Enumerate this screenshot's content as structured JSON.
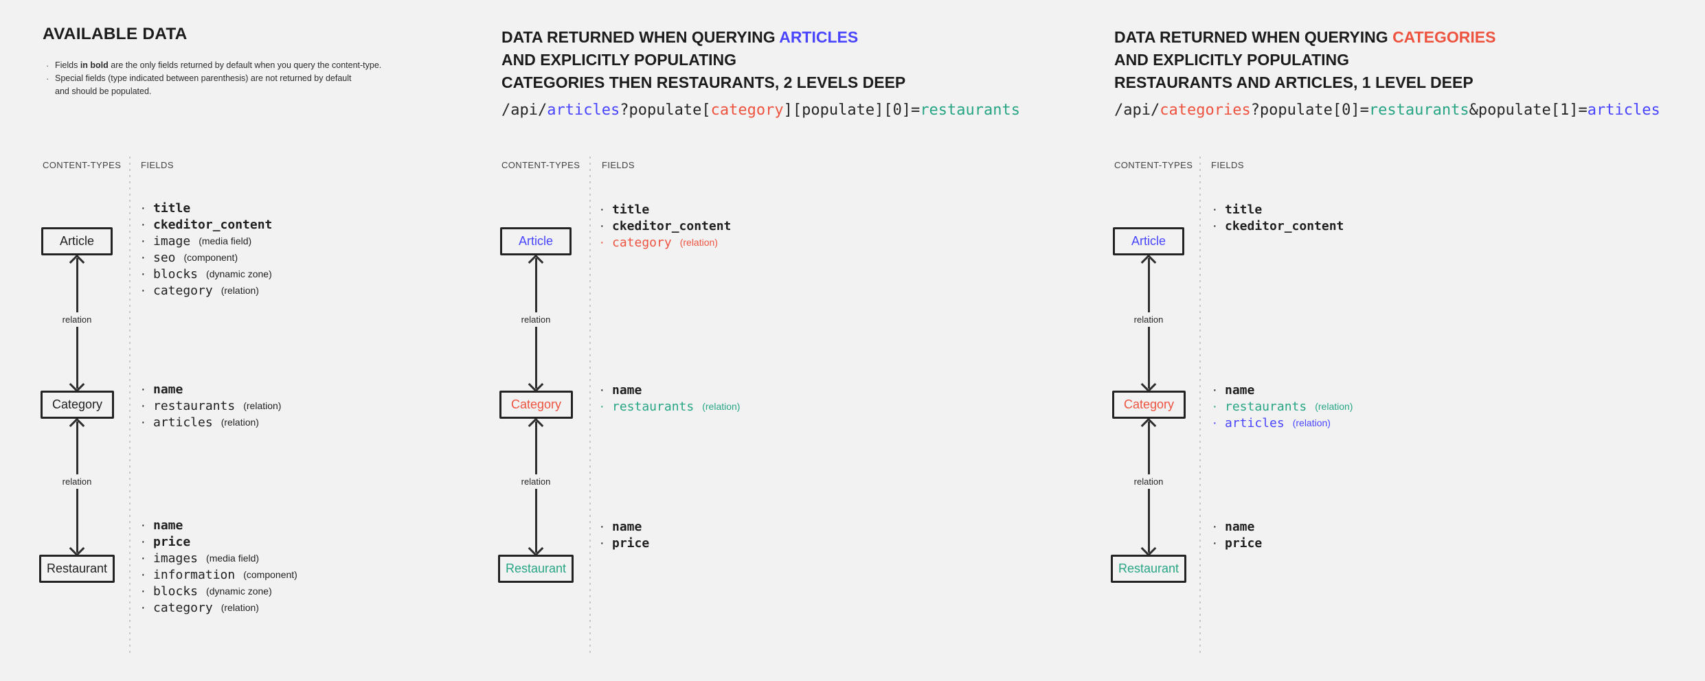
{
  "ui": {
    "bullet": "·",
    "relation_label": "relation",
    "column_headers": {
      "content_types": "CONTENT-TYPES",
      "fields": "FIELDS"
    }
  },
  "colors": {
    "background": "#f2f2f2",
    "text": "#202020",
    "blue": "#4945ff",
    "red": "#ee5340",
    "teal": "#27a584"
  },
  "available": {
    "title": "AVAILABLE DATA",
    "note1": {
      "pre": "Fields ",
      "bold": "in bold",
      "post": " are the only fields returned by default when you query the content-type."
    },
    "note2": {
      "line1": "Special fields (type indicated between parenthesis) are not returned by default",
      "line2": "and should be populated."
    },
    "boxes": {
      "article": "Article",
      "category": "Category",
      "restaurant": "Restaurant"
    },
    "fields": {
      "article": [
        {
          "name": "title",
          "bold": true
        },
        {
          "name": "ckeditor_content",
          "bold": true
        },
        {
          "name": "image",
          "annotation": "(media field)"
        },
        {
          "name": "seo",
          "annotation": "(component)"
        },
        {
          "name": "blocks",
          "annotation": "(dynamic zone)"
        },
        {
          "name": "category",
          "annotation": "(relation)"
        }
      ],
      "category": [
        {
          "name": "name",
          "bold": true
        },
        {
          "name": "restaurants",
          "annotation": "(relation)"
        },
        {
          "name": "articles",
          "annotation": "(relation)"
        }
      ],
      "restaurant": [
        {
          "name": "name",
          "bold": true
        },
        {
          "name": "price",
          "bold": true
        },
        {
          "name": "images",
          "annotation": "(media field)"
        },
        {
          "name": "information",
          "annotation": "(component)"
        },
        {
          "name": "blocks",
          "annotation": "(dynamic zone)"
        },
        {
          "name": "category",
          "annotation": "(relation)"
        }
      ]
    }
  },
  "query_articles": {
    "heading": {
      "line1_pre": "DATA RETURNED WHEN QUERYING ",
      "line1_highlight": "ARTICLES",
      "line2": "AND EXPLICITLY POPULATING",
      "line3": "CATEGORIES THEN RESTAURANTS, 2 LEVELS DEEP"
    },
    "api_code": [
      {
        "text": "/api/",
        "color": "dark"
      },
      {
        "text": "articles",
        "color": "blue"
      },
      {
        "text": "?populate[",
        "color": "dark"
      },
      {
        "text": "category",
        "color": "red"
      },
      {
        "text": "][populate][0]=",
        "color": "dark"
      },
      {
        "text": "restaurants",
        "color": "teal"
      }
    ],
    "boxes": {
      "article": "Article",
      "category": "Category",
      "restaurant": "Restaurant"
    },
    "fields": {
      "article": [
        {
          "name": "title",
          "bold": true
        },
        {
          "name": "ckeditor_content",
          "bold": true
        },
        {
          "name": "category",
          "annotation": "(relation)",
          "color": "red"
        }
      ],
      "category": [
        {
          "name": "name",
          "bold": true
        },
        {
          "name": "restaurants",
          "annotation": "(relation)",
          "color": "teal"
        }
      ],
      "restaurant": [
        {
          "name": "name",
          "bold": true
        },
        {
          "name": "price",
          "bold": true
        }
      ]
    }
  },
  "query_categories": {
    "heading": {
      "line1_pre": "DATA RETURNED WHEN QUERYING ",
      "line1_highlight": "CATEGORIES",
      "line2": "AND EXPLICITLY POPULATING",
      "line3": "RESTAURANTS AND ARTICLES, 1 LEVEL DEEP"
    },
    "api_code": [
      {
        "text": "/api/",
        "color": "dark"
      },
      {
        "text": "categories",
        "color": "red"
      },
      {
        "text": "?populate[0]=",
        "color": "dark"
      },
      {
        "text": "restaurants",
        "color": "teal"
      },
      {
        "text": "&populate[1]=",
        "color": "dark"
      },
      {
        "text": "articles",
        "color": "blue"
      }
    ],
    "boxes": {
      "article": "Article",
      "category": "Category",
      "restaurant": "Restaurant"
    },
    "fields": {
      "article": [
        {
          "name": "title",
          "bold": true
        },
        {
          "name": "ckeditor_content",
          "bold": true
        }
      ],
      "category": [
        {
          "name": "name",
          "bold": true
        },
        {
          "name": "restaurants",
          "annotation": "(relation)",
          "color": "teal"
        },
        {
          "name": "articles",
          "annotation": "(relation)",
          "color": "blue"
        }
      ],
      "restaurant": [
        {
          "name": "name",
          "bold": true
        },
        {
          "name": "price",
          "bold": true
        }
      ]
    }
  }
}
